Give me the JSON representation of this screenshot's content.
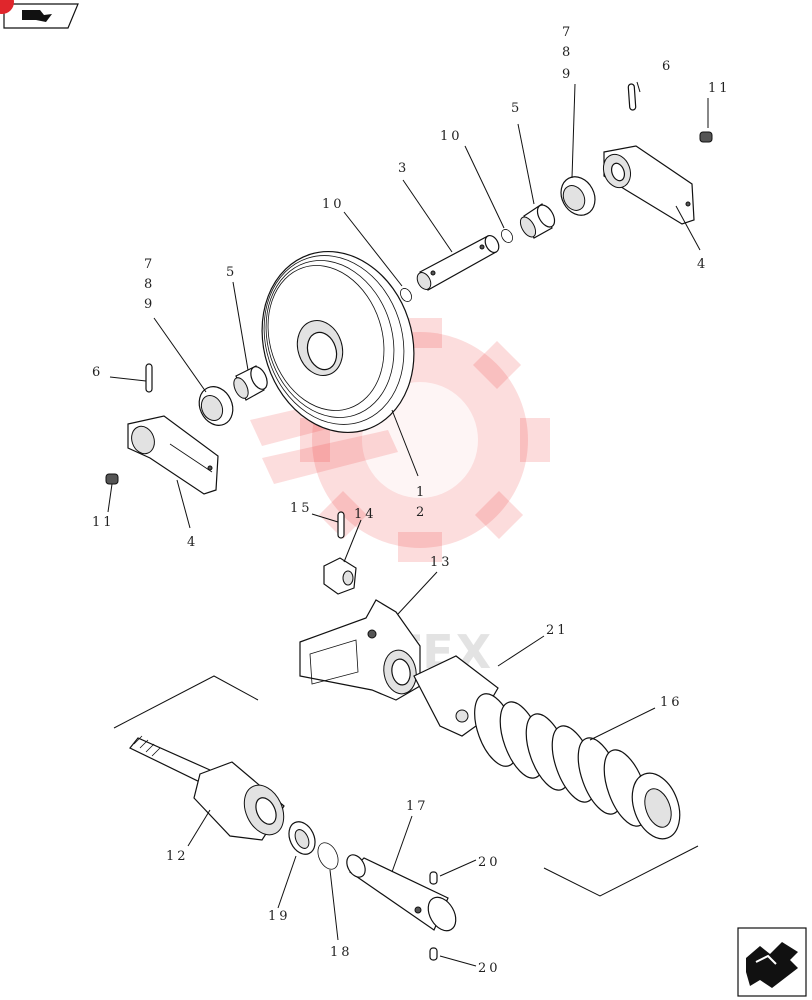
{
  "watermark": {
    "text": "MITEX"
  },
  "callouts": {
    "c1": "1",
    "c2": "2",
    "c3": "3",
    "c4a": "4",
    "c4b": "4",
    "c5a": "5",
    "c5b": "5",
    "c6a": "6",
    "c6b": "6",
    "c789a": [
      "7",
      "8",
      "9"
    ],
    "c789b": [
      "7",
      "8",
      "9"
    ],
    "c10a": "10",
    "c10b": "10",
    "c11a": "11",
    "c11b": "11",
    "c12": "12",
    "c13": "13",
    "c14": "14",
    "c15": "15",
    "c16": "16",
    "c17": "17",
    "c18": "18",
    "c19": "19",
    "c20a": "20",
    "c20b": "20",
    "c21": "21"
  },
  "colors": {
    "watermark": "#ef2b2b",
    "badge": "#e0262c",
    "ink": "#111111"
  },
  "icons": {
    "top_nav": "back-arrow-icon",
    "bottom_nav": "next-arrow-icon"
  }
}
